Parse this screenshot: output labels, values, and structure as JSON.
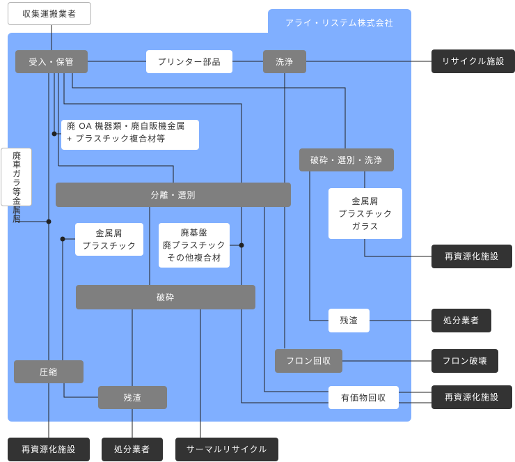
{
  "company": "アライ・リステム株式会社",
  "nodes": {
    "collector": "収集運搬業者",
    "receive": "受入・保管",
    "printer_parts": "プリンター部品",
    "wash": "洗浄",
    "recycle_facility_top": "リサイクル施設",
    "oa_waste": [
      "廃 OA 機器類・廃自販機金属",
      "+ プラスチック複合材等"
    ],
    "car_scrap": [
      "金属屑",
      "廃車ガラ等"
    ],
    "crush_sort_wash": "破砕・選別・洗浄",
    "separate_sort": "分離・選別",
    "metal_plastic_glass": [
      "金属屑",
      "プラスチック",
      "ガラス"
    ],
    "regen_facility_1": "再資源化施設",
    "metal_plastic": [
      "金属屑",
      "プラスチック"
    ],
    "waste_board": [
      "廃基盤",
      "廃プラスチック",
      "その他複合材"
    ],
    "crush": "破砕",
    "residue_right": "残渣",
    "disposal_right": "処分業者",
    "freon_recovery": "フロン回収",
    "freon_destroy": "フロン破壊",
    "compress": "圧縮",
    "residue_bottom": "残渣",
    "valuables_recovery": "有価物回収",
    "regen_facility_2": "再資源化施設",
    "regen_facility_bottom": "再資源化施設",
    "disposal_bottom": "処分業者",
    "thermal_recycle": "サーマルリサイクル"
  }
}
